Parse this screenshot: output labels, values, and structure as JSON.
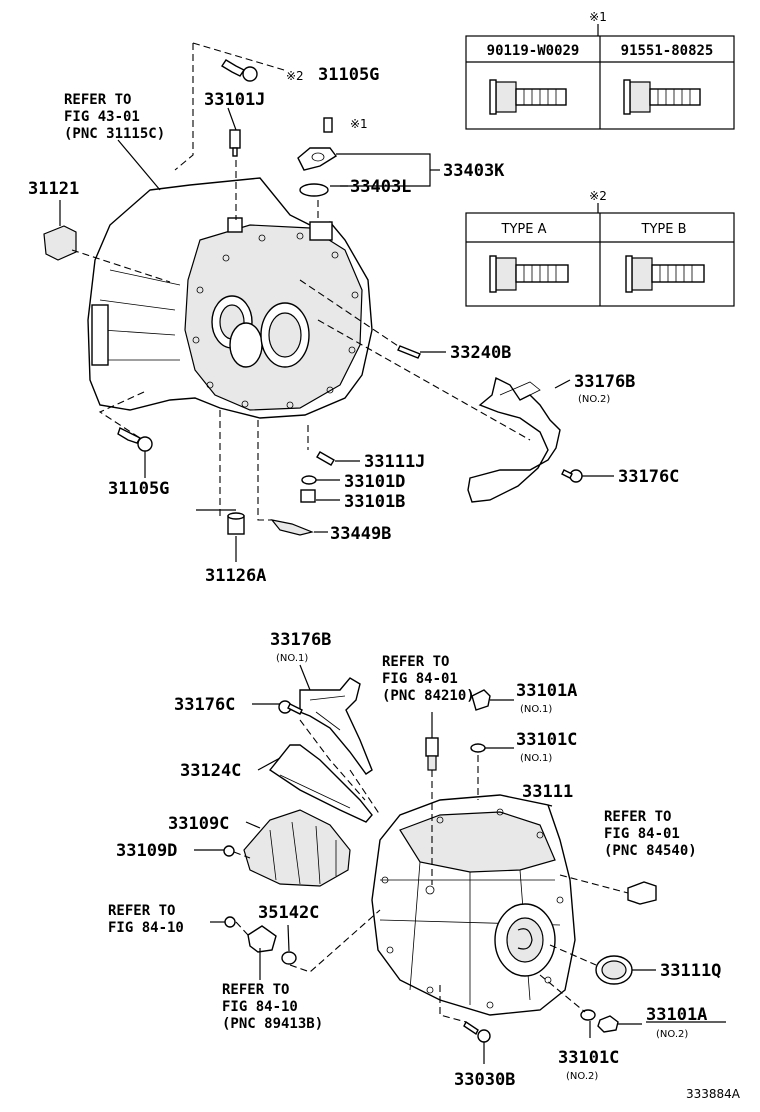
{
  "parts": {
    "p31105G_top": "31105G",
    "p31105G_top_mark": "※2",
    "p33101J": "33101J",
    "p33101J_mark": "※1",
    "p33403K": "33403K",
    "p33403L": "33403L",
    "p31121": "31121",
    "p33240B": "33240B",
    "p33176B_top": "33176B",
    "p33176B_top_note": "(NO.2)",
    "p33176C_top": "33176C",
    "p33111J": "33111J",
    "p33101D": "33101D",
    "p33101B": "33101B",
    "p31105G_bot": "31105G",
    "p33449B": "33449B",
    "p31126A": "31126A",
    "p33176B_bot": "33176B",
    "p33176B_bot_note": "(NO.1)",
    "p33176C_bot": "33176C",
    "p33124C": "33124C",
    "p33109C": "33109C",
    "p33109D": "33109D",
    "p35142C": "35142C",
    "p33101A_top": "33101A",
    "p33101A_top_note": "(NO.1)",
    "p33101C_top": "33101C",
    "p33101C_top_note": "(NO.1)",
    "p33111": "33111",
    "p33111Q": "33111Q",
    "p33101A_bot": "33101A",
    "p33101A_bot_note": "(NO.2)",
    "p33101C_bot": "33101C",
    "p33101C_bot_note": "(NO.2)",
    "p33030B": "33030B"
  },
  "refs": {
    "r43": [
      "REFER TO",
      "FIG 43-01",
      "(PNC 31115C)"
    ],
    "r84210": [
      "REFER TO",
      "FIG 84-01",
      "(PNC 84210)"
    ],
    "r84540": [
      "REFER TO",
      "FIG 84-01",
      "(PNC 84540)"
    ],
    "r8410a": [
      "REFER TO",
      "FIG 84-10"
    ],
    "r8410b": [
      "REFER TO",
      "FIG 84-10",
      "(PNC 89413B)"
    ]
  },
  "tables": {
    "t1": {
      "mark": "※1",
      "cols": [
        "90119-W0029",
        "91551-80825"
      ]
    },
    "t2": {
      "mark": "※2",
      "cols": [
        "TYPE A",
        "TYPE B"
      ]
    }
  },
  "figure_id": "333884A"
}
